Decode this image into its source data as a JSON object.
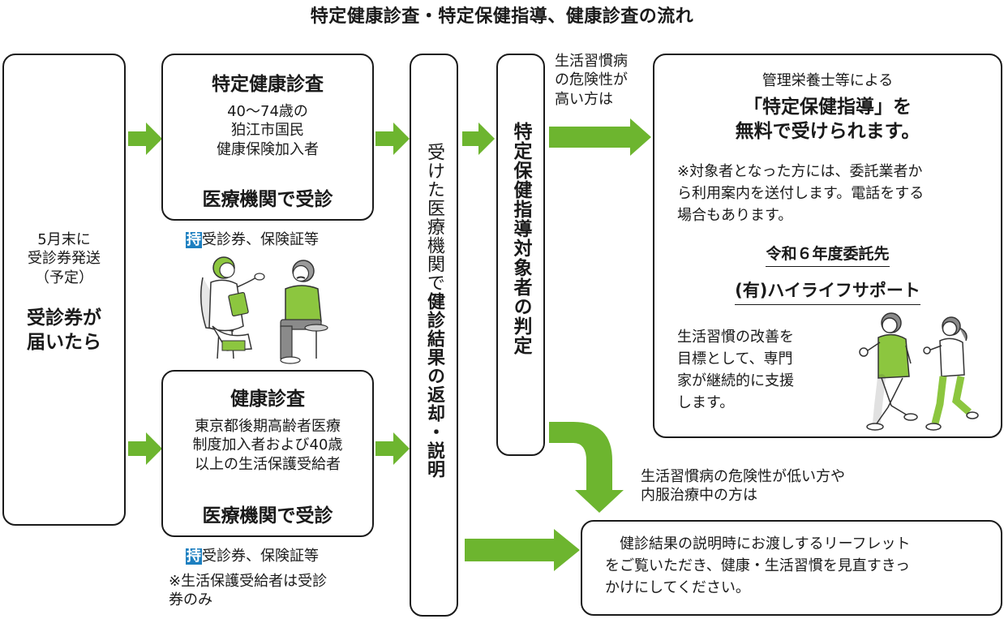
{
  "title": "特定健康診査・特定保健指導、健康診査の流れ",
  "colors": {
    "arrow_green": "#6db52f",
    "badge_blue": "#1c7fc0",
    "border": "#1a1a1a",
    "illustration_green": "#8cc63f",
    "illustration_gray": "#8a8a8a"
  },
  "start_box": {
    "lines": [
      "5月末に",
      "受診券発送",
      "（予定）"
    ],
    "emphasis_lines": [
      "受診券が",
      "届いたら"
    ]
  },
  "specific_checkup": {
    "heading": "特定健康診査",
    "target_lines": [
      "40〜74歳の",
      "狛江市国民",
      "健康保険加入者"
    ],
    "action": "医療機関で受診",
    "bring_badge": "持",
    "bring_text": "受診券、保険証等"
  },
  "general_checkup": {
    "heading": "健康診査",
    "target_lines": [
      "東京都後期高齢者医療",
      "制度加入者および40歳",
      "以上の生活保護受給者"
    ],
    "action": "医療機関で受診",
    "bring_badge": "持",
    "bring_text": "受診券、保険証等",
    "note_lines": [
      "※生活保護受給者は受診",
      "券のみ"
    ]
  },
  "results_column": {
    "normal_part": "受けた医療機関で",
    "bold_part": "健診結果の返却・説明"
  },
  "judgment_column": {
    "text": "特定保健指導対象者の判定"
  },
  "high_risk_label": [
    "生活習慣病",
    "の危険性が",
    "高い方は"
  ],
  "guidance_box": {
    "intro": "管理栄養士等による",
    "headline_lines": [
      "「特定保健指導」を",
      "無料で受けられます。"
    ],
    "note_lines": [
      "※対象者となった方には、委託業者か",
      "ら利用案内を送付します。電話をする",
      "場合もあります。"
    ],
    "contractor_year": "令和６年度委託先",
    "contractor_name": "(有)ハイライフサポート",
    "support_lines": [
      "生活習慣の改善を",
      "目標として、専門",
      "家が継続的に支援",
      "します。"
    ]
  },
  "low_risk_label": [
    "生活習慣病の危険性が低い方や",
    "内服治療中の方は"
  ],
  "leaflet_box": {
    "lines": [
      "　健診結果の説明時にお渡しするリーフレット",
      "をご覧いただき、健康・生活習慣を見直すきっ",
      "かけにしてください。"
    ]
  },
  "illustrations": {
    "consultation": "doctor-patient-consultation",
    "walking": "couple-walking"
  }
}
